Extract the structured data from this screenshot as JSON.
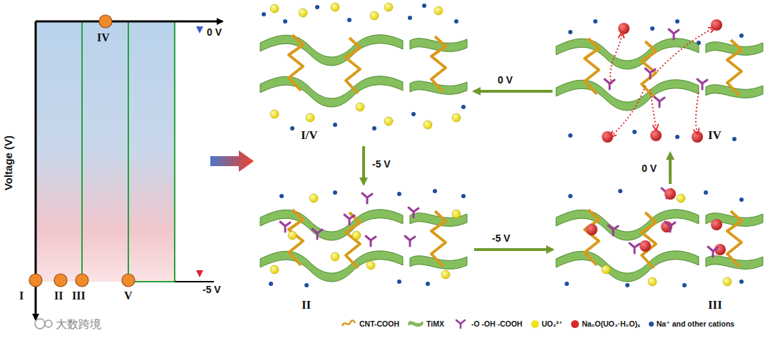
{
  "diagram": {
    "nodes": [
      {
        "text": [
          "I/V"
        ]
      },
      {
        "text": [
          "II"
        ]
      },
      {
        "text": [
          "III"
        ]
      },
      {
        "text": [
          "IV"
        ]
      }
    ],
    "edges": [
      {
        "from": 0,
        "to": 1,
        "arrow": "to",
        "label": "-5 V"
      },
      {
        "from": 1,
        "to": 2,
        "arrow": "to",
        "label": "-5 V"
      },
      {
        "from": 2,
        "to": 3,
        "arrow": "to",
        "label": "0 V"
      },
      {
        "from": 3,
        "to": 0,
        "arrow": "to",
        "label": "0 V"
      }
    ],
    "labels": [
      "Voltage (V)",
      "0 V",
      "-5 V",
      "I",
      "II",
      "III",
      "IV",
      "V",
      "大数跨境"
    ],
    "legend": [
      {
        "text": "CNT-COOH"
      },
      {
        "text": "TiMX"
      },
      {
        "text": "-O -OH -COOH"
      },
      {
        "text": "UO₂²⁺",
        "color": "#f2e21c"
      },
      {
        "text": "Na₂O(UO₃·H₂O)ₓ",
        "color": "#d42a2a"
      },
      {
        "text": "Na⁺ and other cations",
        "color": "#1d4f9a"
      }
    ]
  }
}
